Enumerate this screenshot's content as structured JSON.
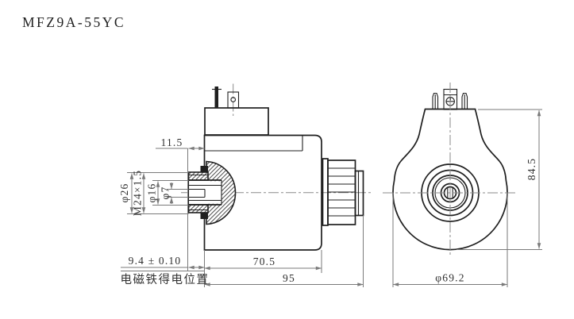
{
  "title": "MFZ9A-55YC",
  "colors": {
    "object_line": "#1f1f1f",
    "dimension_line": "#7a7a7a",
    "dimension_text": "#2e2e2e",
    "background": "#ffffff"
  },
  "side_view": {
    "dims": {
      "stem_offset": "11.5",
      "stroke_tolerance": "9.4 ± 0.10",
      "coil_length": "70.5",
      "total_length": "95",
      "outer_dia": "φ26",
      "thread": "M24×1.5",
      "tube_dia": "φ16",
      "rod_dia": "φ7"
    },
    "note_energized_position": "电磁铁得电位置"
  },
  "front_view": {
    "dims": {
      "height": "84.5",
      "outer_dia": "φ69.2"
    }
  }
}
